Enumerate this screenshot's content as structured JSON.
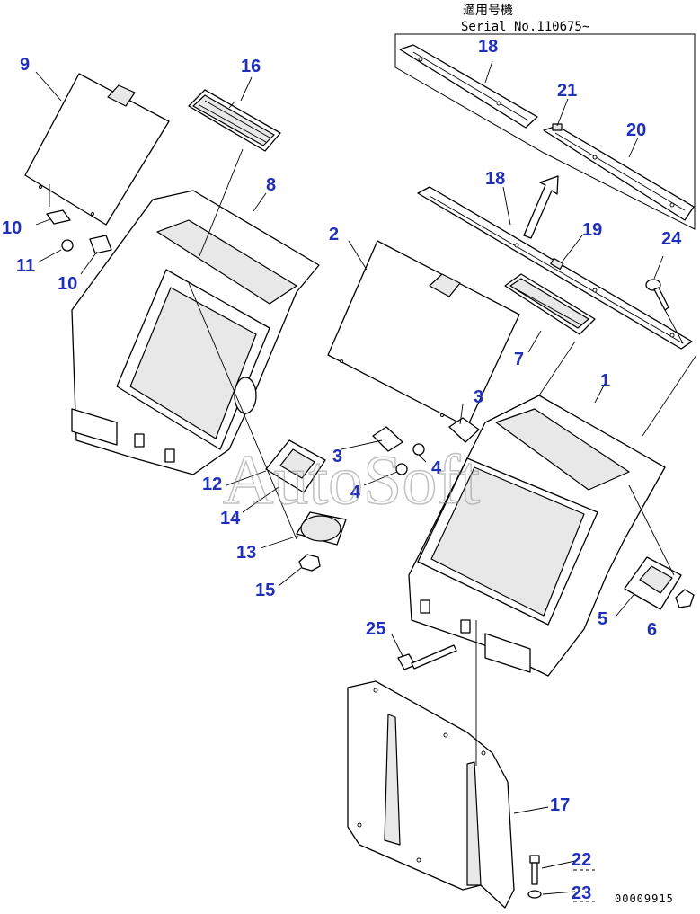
{
  "header": {
    "applicable_model": "適用号機",
    "serial": "Serial No.110675~"
  },
  "watermark": "AutoSoft",
  "reference_code": "00009915",
  "callouts": {
    "c1": "1",
    "c2": "2",
    "c3a": "3",
    "c3b": "3",
    "c4a": "4",
    "c4b": "4",
    "c5": "5",
    "c6": "6",
    "c7": "7",
    "c8": "8",
    "c9": "9",
    "c10a": "10",
    "c10b": "10",
    "c11": "11",
    "c12": "12",
    "c13": "13",
    "c14": "14",
    "c15": "15",
    "c16": "16",
    "c17": "17",
    "c18a": "18",
    "c18b": "18",
    "c19": "19",
    "c20": "20",
    "c21": "21",
    "c22": "22",
    "c23": "23",
    "c24": "24",
    "c25": "25"
  },
  "colors": {
    "callout": "#1f2fb8",
    "line": "#000000",
    "watermark": "#999999"
  }
}
